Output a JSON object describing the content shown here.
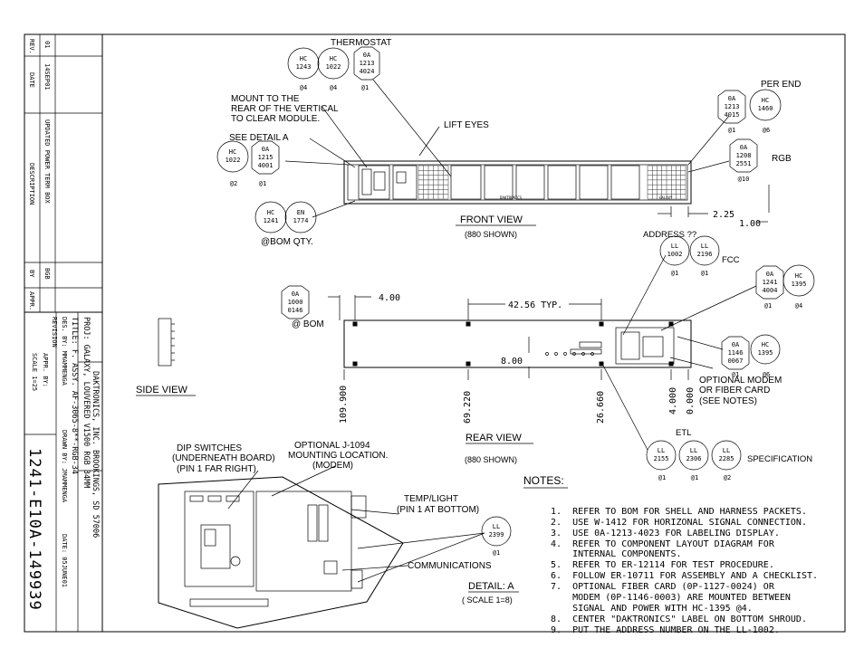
{
  "revision_table": {
    "headers": {
      "rev": "REV.",
      "date": "DATE",
      "description": "DESCRIPTION",
      "by": "BY",
      "appr": "APPR."
    },
    "row": {
      "rev": "01",
      "date": "14SEP01",
      "description": "UPDATED POWER TERM BOX",
      "by": "BGB",
      "appr": ""
    }
  },
  "title_block": {
    "company": "DAKTRONICS, INC. BROOKINGS, SD 57006",
    "project": "PROJ: GALAXY, LOUVERED V1500 RGB 34MM",
    "title": "TITLE: F. ASSY. AF-3065-8**-RGB-34",
    "designed": "DES. BY: MMAMMENGA",
    "drawn": "DRAWN BY: JMAMMENGA",
    "date": "DATE: 05JUNE01",
    "revision": "REVISION",
    "appr": "APPR. BY:",
    "scale": "SCALE 1=25",
    "drawing_number": "1241-E10A-149939"
  },
  "callouts": {
    "thermostat": "THERMOSTAT",
    "mount_note_1": "MOUNT TO THE",
    "mount_note_2": "REAR OF THE VERTICAL",
    "mount_note_3": "TO CLEAR MODULE.",
    "see_detail": "SEE DETAIL A",
    "lift_eyes": "LIFT EYES",
    "per_end": "PER END",
    "rgb": "RGB",
    "address": "ADDRESS ??",
    "fcc": "FCC",
    "optional_modem_1": "OPTIONAL MODEM",
    "optional_modem_2": "OR FIBER CARD",
    "optional_modem_3": "(SEE NOTES)",
    "etl": "ETL",
    "specification": "SPECIFICATION",
    "dip_1": "DIP SWITCHES",
    "dip_2": "(UNDERNEATH BOARD)",
    "dip_3": "(PIN 1 FAR RIGHT)",
    "optional_j_1": "OPTIONAL J-1094",
    "optional_j_2": "MOUNTING LOCATION.",
    "optional_j_3": "(MODEM)",
    "temp_1": "TEMP/LIGHT",
    "temp_2": "(PIN 1 AT BOTTOM)",
    "communications": "COMMUNICATIONS",
    "bom": "@ BOM",
    "bom_qty": "@BOM QTY."
  },
  "views": {
    "front": "FRONT VIEW",
    "front_shown": "(880 SHOWN)",
    "rear": "REAR VIEW",
    "rear_shown": "(880 SHOWN)",
    "side": "SIDE VIEW",
    "detail": "DETAIL: A",
    "detail_scale": "( SCALE 1=8)"
  },
  "dimensions": {
    "d225": "2.25",
    "d100": "1.00",
    "d400": "4.00",
    "d4256": "42.56 TYP.",
    "d800": "8.00",
    "d109": "109.900",
    "d69": "69.220",
    "d26": "26.660",
    "d4v": "4.000",
    "d0v": "0.000"
  },
  "labels": {
    "daktronics": "DAKTRONICS",
    "galaxy": "GALAXY"
  },
  "bubbles": {
    "hc1243": [
      "HC",
      "1243",
      "@4"
    ],
    "hc1022a": [
      "HC",
      "1022",
      "@4"
    ],
    "oa1213a": [
      "0A",
      "1213",
      "4024",
      "@1"
    ],
    "hc1022b": [
      "HC",
      "1022",
      "@2"
    ],
    "oa1215": [
      "0A",
      "1215",
      "4001",
      "@1"
    ],
    "hc1241": [
      "HC",
      "1241"
    ],
    "en1774": [
      "EN",
      "1774"
    ],
    "oa1213b": [
      "0A",
      "1213",
      "4015",
      "@1"
    ],
    "hc1460": [
      "HC",
      "1460",
      "@6"
    ],
    "oa1208": [
      "0A",
      "1208",
      "2551",
      "@10"
    ],
    "ll1002": [
      "LL",
      "1002",
      "@1"
    ],
    "ll2196": [
      "LL",
      "2196",
      "@1"
    ],
    "oa1241": [
      "0A",
      "1241",
      "4004",
      "@1"
    ],
    "hc1395a": [
      "HC",
      "1395",
      "@4"
    ],
    "oa1000": [
      "0A",
      "1000",
      "0146"
    ],
    "oa1146": [
      "0A",
      "1146",
      "0067",
      "@1"
    ],
    "hc1395b": [
      "HC",
      "1395",
      "@6"
    ],
    "ll2155": [
      "LL",
      "2155",
      "@1"
    ],
    "ll2306": [
      "LL",
      "2306",
      "@1"
    ],
    "ll2285": [
      "LL",
      "2285",
      "@2"
    ],
    "ll2399": [
      "LL",
      "2399",
      "@1"
    ]
  },
  "notes": {
    "heading": "NOTES:",
    "items": [
      "1.  REFER TO BOM FOR SHELL AND HARNESS PACKETS.",
      "2.  USE W-1412 FOR HORIZONAL SIGNAL CONNECTION.",
      "3.  USE 0A-1213-4023 FOR LABELING DISPLAY.",
      "4.  REFER TO COMPONENT LAYOUT DIAGRAM FOR",
      "    INTERNAL COMPONENTS.",
      "5.  REFER TO ER-12114 FOR TEST PROCEDURE.",
      "6.  FOLLOW ER-10711 FOR ASSEMBLY AND A CHECKLIST.",
      "7.  OPTIONAL FIBER CARD (0P-1127-0024) OR",
      "    MODEM (0P-1146-0003) ARE MOUNTED BETWEEN",
      "    SIGNAL AND POWER WITH HC-1395 @4.",
      "8.  CENTER \"DAKTRONICS\" LABEL ON BOTTOM SHROUD.",
      "9.  PUT THE ADDRESS NUMBER ON THE LL-1002."
    ]
  }
}
